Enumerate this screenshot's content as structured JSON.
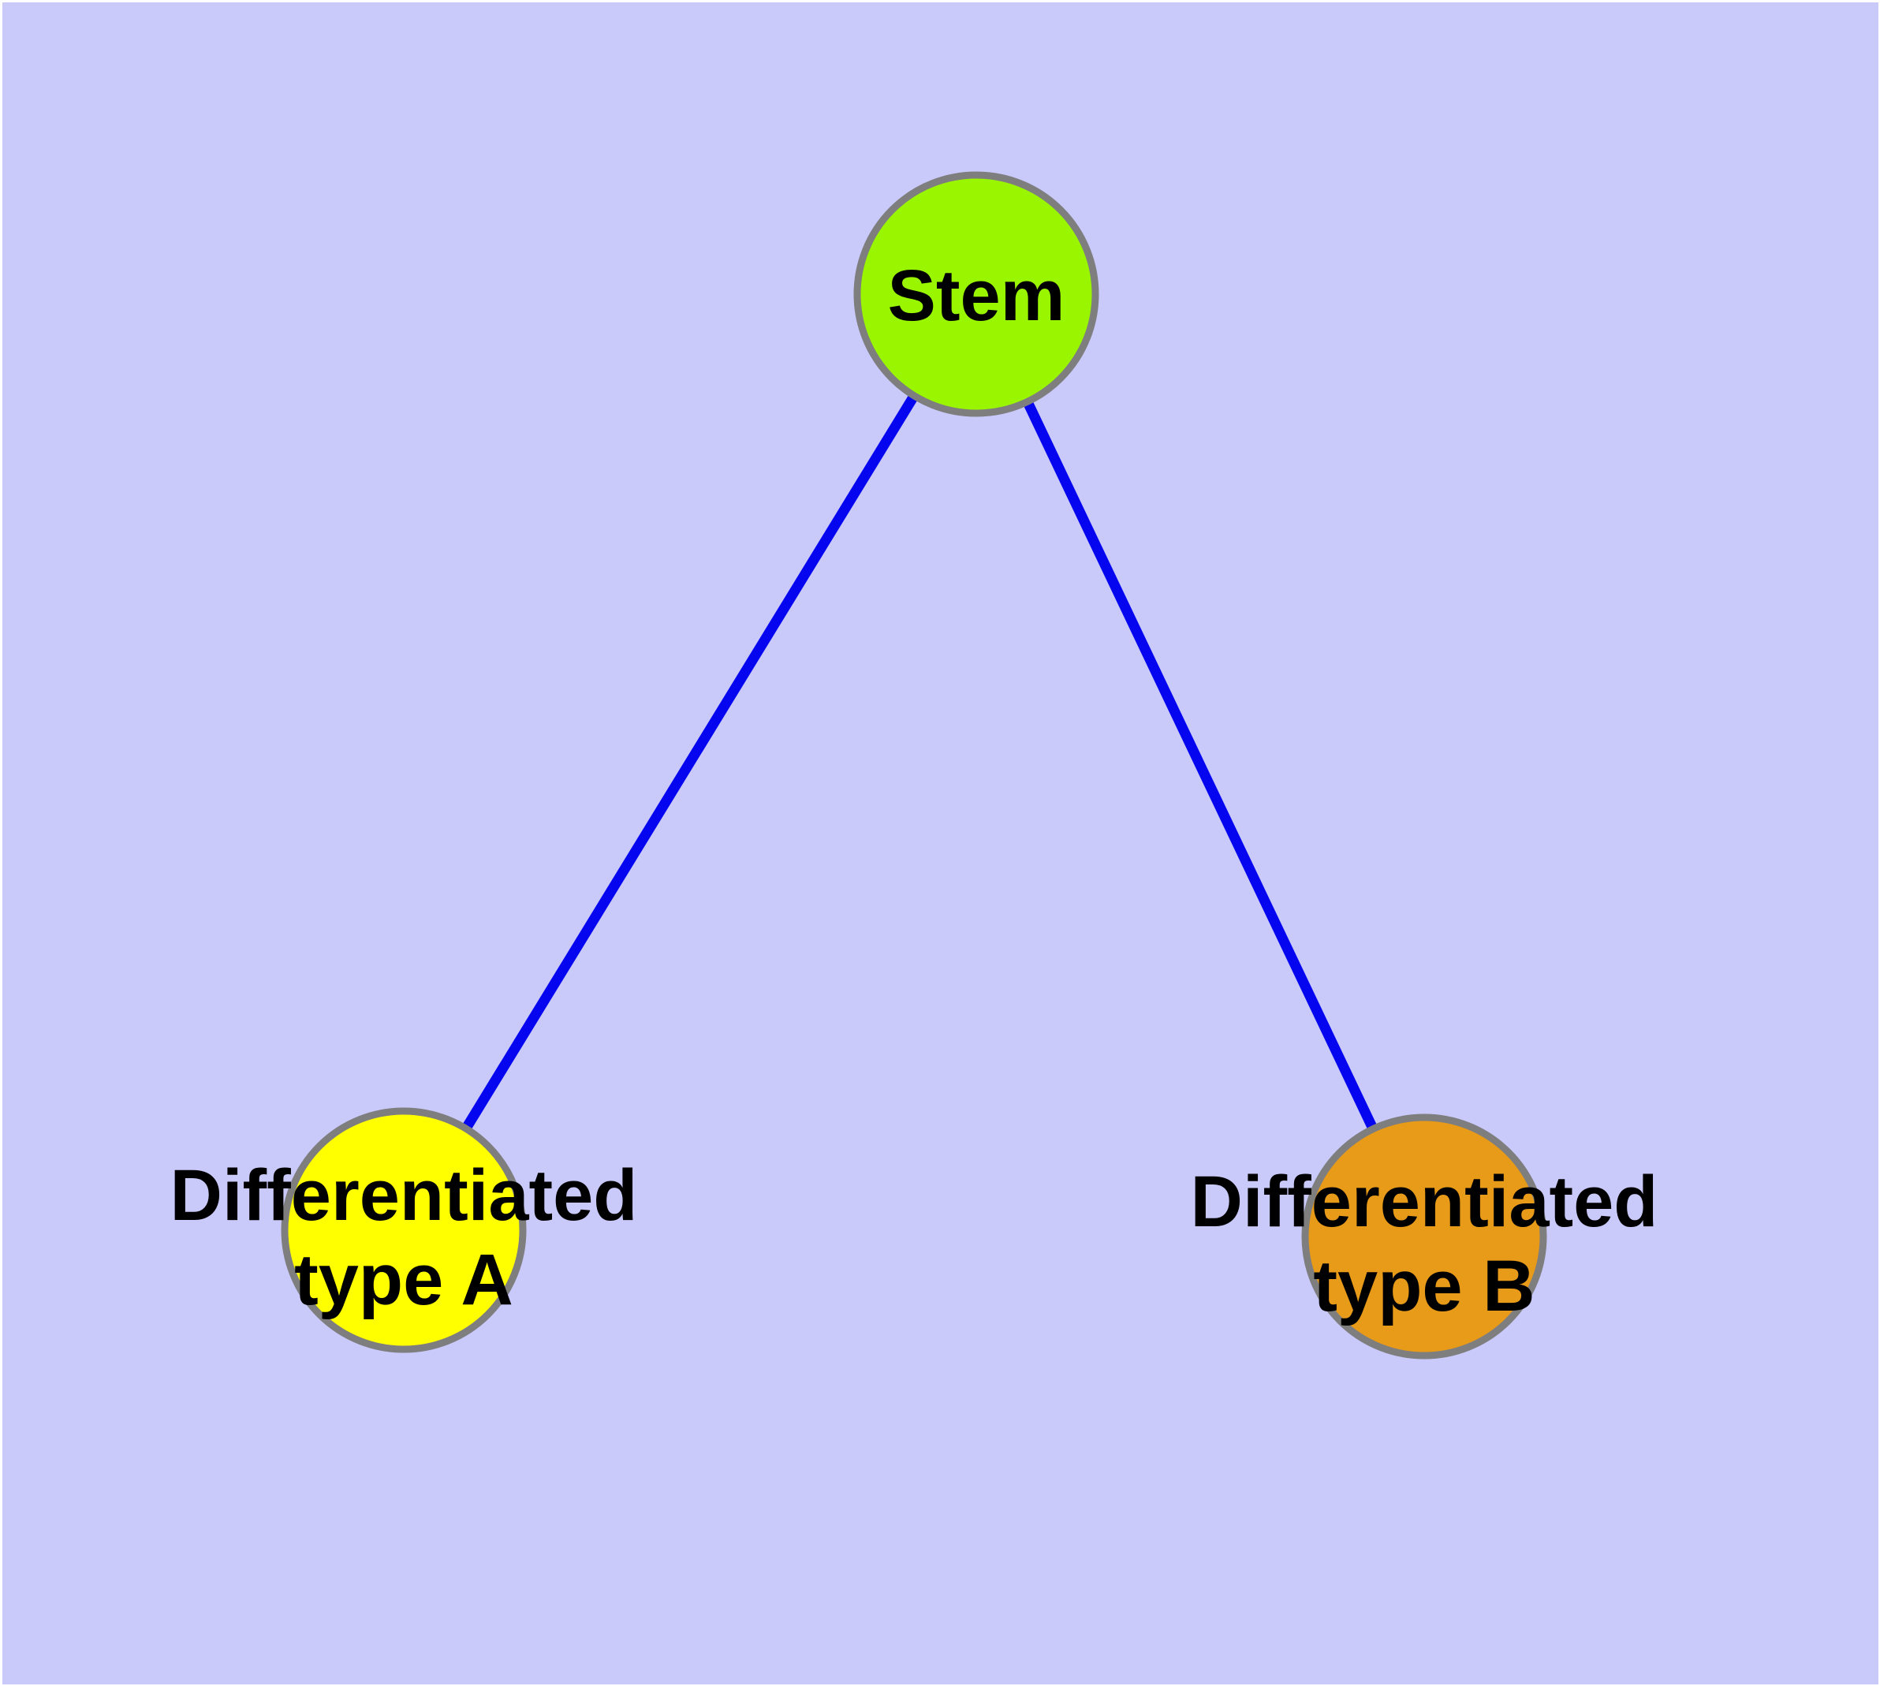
{
  "figure": {
    "background_color": "#C9C9FA",
    "frame_color": "#FFFFFF",
    "edge_color": "#0505F0",
    "node_border_color": "#7E7E7E",
    "label_color": "#000000",
    "nodes": [
      {
        "id": "stem",
        "label": "Stem",
        "fill": "#99F600"
      },
      {
        "id": "differentiated-type-a",
        "label": "Differentiated type A",
        "label_line1": "Differentiated",
        "label_line2": "type A",
        "fill": "#FFFF00"
      },
      {
        "id": "differentiated-type-b",
        "label": "Differentiated type B",
        "label_line1": "Differentiated",
        "label_line2": "type B",
        "fill": "#E89A19"
      }
    ],
    "edges": [
      {
        "from": "stem",
        "to": "differentiated-type-a"
      },
      {
        "from": "stem",
        "to": "differentiated-type-b"
      }
    ]
  }
}
